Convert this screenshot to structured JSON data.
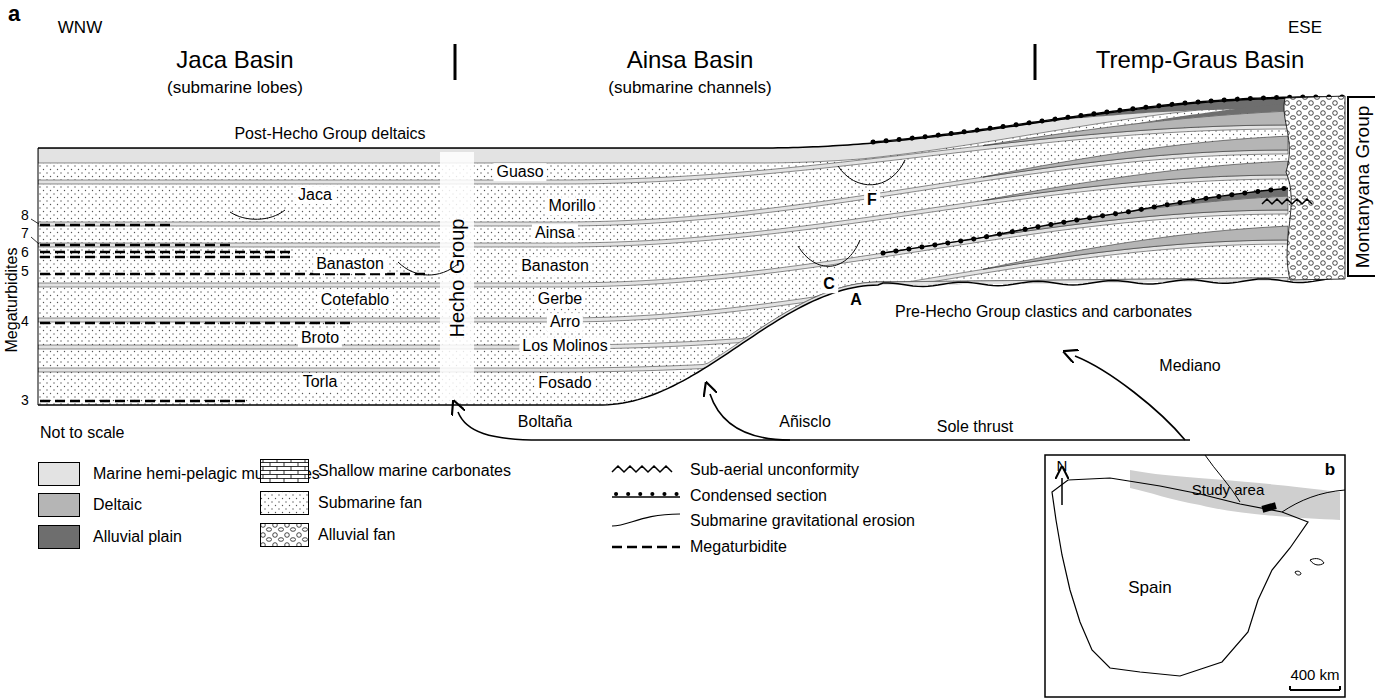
{
  "diagram": {
    "labels": [
      "a",
      "WNW",
      "ESE",
      "Jaca Basin",
      "(submarine lobes)",
      "Ainsa Basin",
      "(submarine channels)",
      "Tremp-Graus Basin",
      "Post-Hecho Group deltaics",
      "Guaso",
      "Jaca",
      "Morillo",
      "Ainsa",
      "Banaston",
      "Banaston",
      "Cotefablo",
      "Gerbe",
      "Broto",
      "Arro",
      "Los Molinos",
      "Torla",
      "Fosado",
      "Hecho Group",
      "Montanyana Group",
      "Megaturbidites",
      "8",
      "7",
      "6",
      "5",
      "4",
      "3",
      "F",
      "C",
      "A",
      "Pre-Hecho Group clastics and carbonates",
      "Mediano",
      "Boltaña",
      "Añisclo",
      "Sole thrust",
      "Not to scale",
      "b",
      "N",
      "Study area",
      "Spain",
      "400 km"
    ],
    "legend": [
      {
        "text": "Marine hemi-pelagic mudstones",
        "color": "#e3e3e3"
      },
      {
        "text": "Deltaic",
        "color": "#b5b5b5"
      },
      {
        "text": "Alluvial plain",
        "color": "#6e6e6e"
      },
      {
        "text": "Shallow marine carbonates"
      },
      {
        "text": "Submarine fan"
      },
      {
        "text": "Alluvial fan"
      },
      {
        "text": "Sub-aerial unconformity"
      },
      {
        "text": "Condensed section"
      },
      {
        "text": "Submarine gravitational erosion"
      },
      {
        "text": "Megaturbidite"
      }
    ]
  }
}
